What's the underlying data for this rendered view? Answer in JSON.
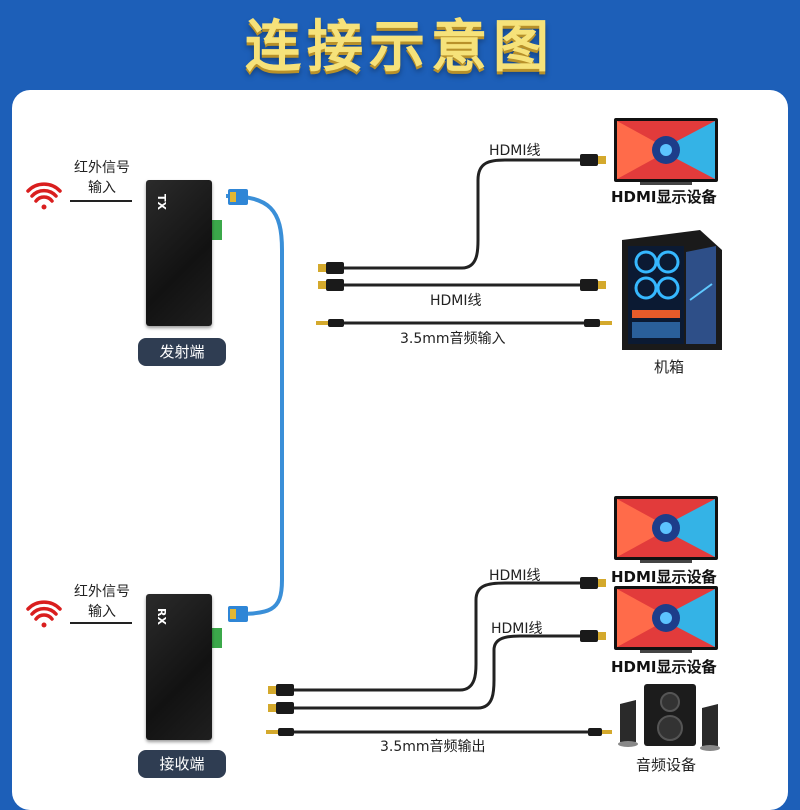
{
  "title": "连接示意图",
  "transmitter": {
    "ir_label_line1": "红外信号",
    "ir_label_line2": "输入",
    "device_label": "发射端",
    "device_code": "TX",
    "cables": {
      "hdmi_display": "HDMI线",
      "hdmi_pc": "HDMI线",
      "audio": "3.5mm音频输入"
    },
    "targets": {
      "display": "HDMI显示设备",
      "pc": "机箱"
    }
  },
  "receiver": {
    "ir_label_line1": "红外信号",
    "ir_label_line2": "输入",
    "device_label": "接收端",
    "device_code": "RX",
    "cables": {
      "hdmi_display_1": "HDMI线",
      "hdmi_display_2": "HDMI线",
      "audio": "3.5mm音频输出"
    },
    "targets": {
      "display_1": "HDMI显示设备",
      "display_2": "HDMI显示设备",
      "speakers": "音频设备"
    }
  },
  "colors": {
    "background": "#1d5fb8",
    "title": "#f6e27a",
    "network_cable": "#3a8fd8",
    "cable": "#222222",
    "wifi_icon": "#d91e1e",
    "device_tag": "#2f3d52"
  }
}
